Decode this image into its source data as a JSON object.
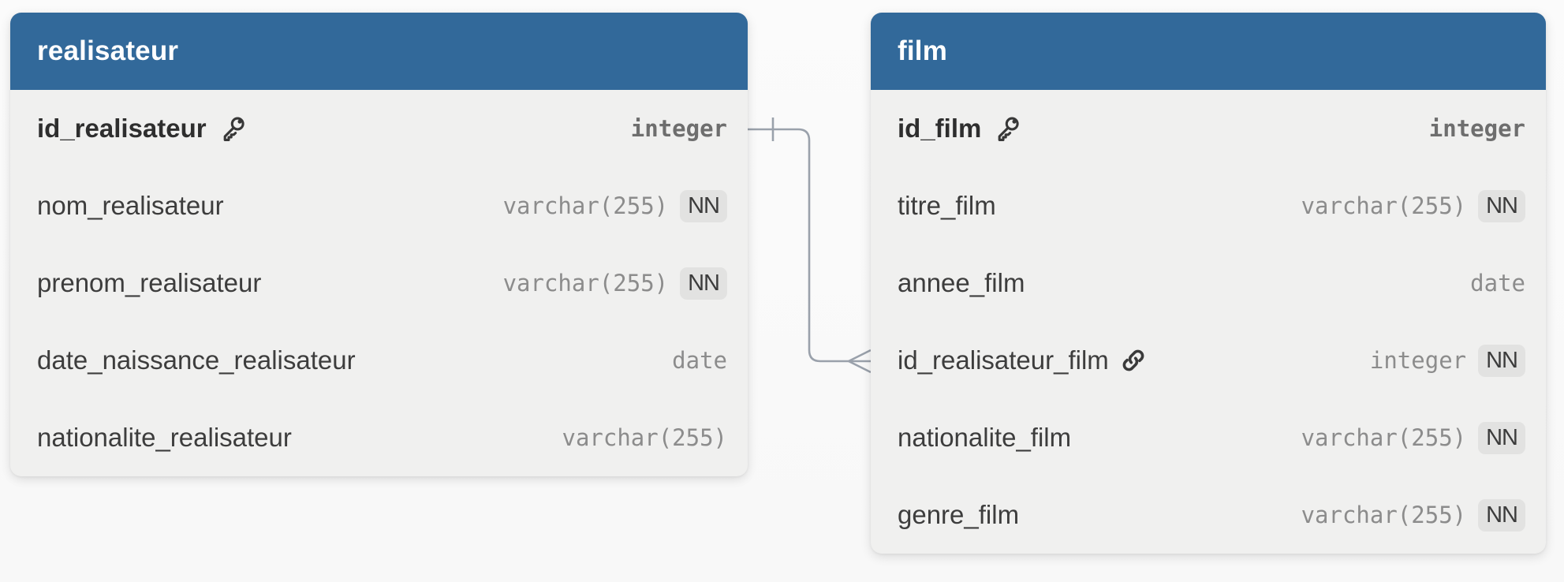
{
  "diagram": {
    "type": "entity-relationship",
    "colors": {
      "table_header": "#32699a",
      "table_body": "#f0f0ef",
      "page_background": "#fafafa",
      "relation_line": "#9aa1ab",
      "not_null_badge_bg": "#e2e2e1"
    },
    "badges": {
      "not_null": "NN"
    },
    "tables": [
      {
        "name": "realisateur",
        "fields": [
          {
            "name": "id_realisateur",
            "type": "integer",
            "pk": true,
            "fk": false,
            "nn": false
          },
          {
            "name": "nom_realisateur",
            "type": "varchar(255)",
            "pk": false,
            "fk": false,
            "nn": true
          },
          {
            "name": "prenom_realisateur",
            "type": "varchar(255)",
            "pk": false,
            "fk": false,
            "nn": true
          },
          {
            "name": "date_naissance_realisateur",
            "type": "date",
            "pk": false,
            "fk": false,
            "nn": false
          },
          {
            "name": "nationalite_realisateur",
            "type": "varchar(255)",
            "pk": false,
            "fk": false,
            "nn": false
          }
        ]
      },
      {
        "name": "film",
        "fields": [
          {
            "name": "id_film",
            "type": "integer",
            "pk": true,
            "fk": false,
            "nn": false
          },
          {
            "name": "titre_film",
            "type": "varchar(255)",
            "pk": false,
            "fk": false,
            "nn": true
          },
          {
            "name": "annee_film",
            "type": "date",
            "pk": false,
            "fk": false,
            "nn": false
          },
          {
            "name": "id_realisateur_film",
            "type": "integer",
            "pk": false,
            "fk": true,
            "nn": true
          },
          {
            "name": "nationalite_film",
            "type": "varchar(255)",
            "pk": false,
            "fk": false,
            "nn": true
          },
          {
            "name": "genre_film",
            "type": "varchar(255)",
            "pk": false,
            "fk": false,
            "nn": true
          }
        ]
      }
    ],
    "relationships": [
      {
        "from_table": "realisateur",
        "from_field": "id_realisateur",
        "to_table": "film",
        "to_field": "id_realisateur_film",
        "cardinality": "one-to-many",
        "start_marker": "one",
        "end_marker": "many"
      }
    ]
  }
}
